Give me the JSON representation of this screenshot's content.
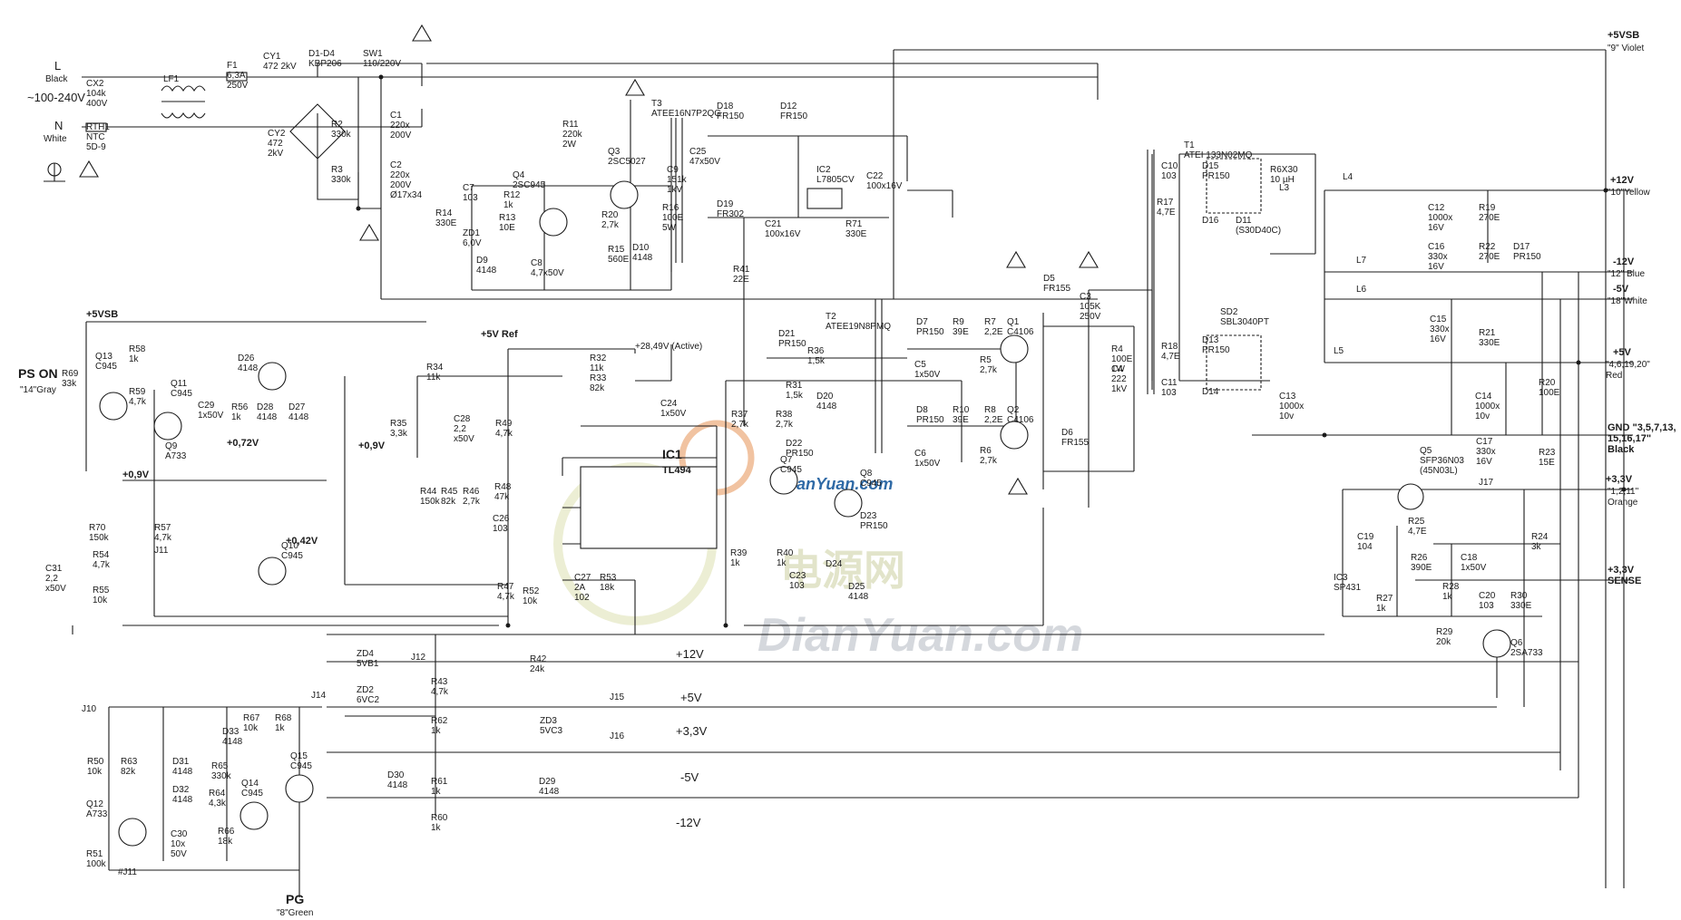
{
  "input": {
    "l_label": "L",
    "l_color": "Black",
    "voltage": "~100-240V",
    "n_label": "N",
    "n_color": "White"
  },
  "front_end": [
    {
      "ref": "CX2",
      "val": "104k\n400V"
    },
    {
      "ref": "RTH1",
      "val": "NTC\n5D-9"
    },
    {
      "ref": "LF1",
      "val": ""
    },
    {
      "ref": "F1",
      "val": "6,3A\n250V"
    },
    {
      "ref": "CY1",
      "val": "472 2kV"
    },
    {
      "ref": "CY2",
      "val": "472\n2kV"
    },
    {
      "ref": "D1-D4",
      "val": "KBP206"
    },
    {
      "ref": "SW1",
      "val": "110/220V"
    },
    {
      "ref": "R2",
      "val": "330k"
    },
    {
      "ref": "R3",
      "val": "330k"
    },
    {
      "ref": "C1",
      "val": "220x\n200V"
    },
    {
      "ref": "C2",
      "val": "220x\n200V\nØ17x34"
    }
  ],
  "standby": [
    {
      "ref": "C7",
      "val": "103"
    },
    {
      "ref": "R14",
      "val": "330E"
    },
    {
      "ref": "ZD1",
      "val": "6,0V"
    },
    {
      "ref": "R12",
      "val": "1k"
    },
    {
      "ref": "R13",
      "val": "10E"
    },
    {
      "ref": "D9",
      "val": "4148"
    },
    {
      "ref": "Q4",
      "val": "2SC945"
    },
    {
      "ref": "C8",
      "val": "4,7x50V"
    },
    {
      "ref": "R11",
      "val": "220k\n2W"
    },
    {
      "ref": "Q3",
      "val": "2SC5027"
    },
    {
      "ref": "R20",
      "val": "2,7k"
    },
    {
      "ref": "R15",
      "val": "560E"
    },
    {
      "ref": "D10",
      "val": "4148"
    },
    {
      "ref": "C9",
      "val": "151k\n1kV"
    },
    {
      "ref": "R16",
      "val": "100E\n5W"
    },
    {
      "ref": "T3",
      "val": "ATEE16N7P2QG"
    },
    {
      "ref": "D18",
      "val": "FR150"
    },
    {
      "ref": "D12",
      "val": "FR150"
    },
    {
      "ref": "C25",
      "val": "47x50V"
    },
    {
      "ref": "D19",
      "val": "FR302"
    },
    {
      "ref": "IC2",
      "val": "L7805CV"
    },
    {
      "ref": "C21",
      "val": "100x16V"
    },
    {
      "ref": "R71",
      "val": "330E"
    },
    {
      "ref": "C22",
      "val": "100x16V"
    },
    {
      "ref": "R41",
      "val": "22E"
    }
  ],
  "rails": {
    "vsb": "+5VSB",
    "vsb_wire": "\"9\" Violet",
    "p12": "+12V",
    "p12_wire": "\"10\"Yellow",
    "n12": "-12V",
    "n12_wire": "\"12\" Blue",
    "n5": "-5V",
    "n5_wire": "\"18\"White",
    "p5": "+5V",
    "p5_wire": "\"4,6,19,20\"\nRed",
    "gnd": "GND \"3,5,7,13,\n15,16,17\"\nBlack",
    "p33": "+3,3V",
    "p33_wire": "\"1,2,11\"\nOrange",
    "sense": "+3,3V\nSENSE"
  },
  "control": {
    "ps_on": "PS ON",
    "ps_on_wire": "\"14\"Gray",
    "vref": "+5V Ref",
    "active": "+28,49V (Active)",
    "ic1": "IC1",
    "ic1_part": "TL494",
    "v09a": "+0,9V",
    "v072": "+0,72V",
    "v09b": "+0,9V",
    "v042": "+0,42V",
    "vsb_left": "+5VSB",
    "pg": "PG",
    "pg_wire": "\"8\"Green"
  },
  "control_parts": [
    {
      "ref": "R69",
      "val": "33k"
    },
    {
      "ref": "Q13",
      "val": "C945"
    },
    {
      "ref": "R58",
      "val": "1k"
    },
    {
      "ref": "R59",
      "val": "4,7k"
    },
    {
      "ref": "Q11",
      "val": "C945"
    },
    {
      "ref": "C29",
      "val": "1x50V"
    },
    {
      "ref": "R56",
      "val": "1k"
    },
    {
      "ref": "D28",
      "val": "4148"
    },
    {
      "ref": "D27",
      "val": "4148"
    },
    {
      "ref": "D26",
      "val": "4148"
    },
    {
      "ref": "Q9",
      "val": "A733"
    },
    {
      "ref": "R57",
      "val": "4,7k"
    },
    {
      "ref": "J11",
      "val": ""
    },
    {
      "ref": "Q10",
      "val": "C945"
    },
    {
      "ref": "R70",
      "val": "150k"
    },
    {
      "ref": "R54",
      "val": "4,7k"
    },
    {
      "ref": "R55",
      "val": "10k"
    },
    {
      "ref": "C31",
      "val": "2,2\nx50V"
    },
    {
      "ref": "R34",
      "val": "11k"
    },
    {
      "ref": "R35",
      "val": "3,3k"
    },
    {
      "ref": "C28",
      "val": "2,2\nx50V"
    },
    {
      "ref": "R49",
      "val": "4,7k"
    },
    {
      "ref": "R48",
      "val": "47k"
    },
    {
      "ref": "R44",
      "val": "150k"
    },
    {
      "ref": "R45",
      "val": "82k"
    },
    {
      "ref": "R46",
      "val": "2,7k"
    },
    {
      "ref": "C26",
      "val": "103"
    },
    {
      "ref": "R47",
      "val": "4,7k"
    },
    {
      "ref": "R52",
      "val": "10k"
    },
    {
      "ref": "C27",
      "val": "2A\n102"
    },
    {
      "ref": "R53",
      "val": "18k"
    },
    {
      "ref": "R32",
      "val": "11k"
    },
    {
      "ref": "R33",
      "val": "82k"
    },
    {
      "ref": "C24",
      "val": "1x50V"
    },
    {
      "ref": "D21",
      "val": "PR150"
    },
    {
      "ref": "R36",
      "val": "1,5k"
    },
    {
      "ref": "R31",
      "val": "1,5k"
    },
    {
      "ref": "D20",
      "val": "4148"
    },
    {
      "ref": "R37",
      "val": "2,7k"
    },
    {
      "ref": "R38",
      "val": "2,7k"
    },
    {
      "ref": "Q7",
      "val": "C945"
    },
    {
      "ref": "D22",
      "val": "PR150"
    },
    {
      "ref": "Q8",
      "val": "C945"
    },
    {
      "ref": "D23",
      "val": "PR150"
    },
    {
      "ref": "R39",
      "val": "1k"
    },
    {
      "ref": "R40",
      "val": "1k"
    },
    {
      "ref": "C23",
      "val": "103"
    },
    {
      "ref": "D24",
      "val": ""
    },
    {
      "ref": "D25",
      "val": "4148"
    },
    {
      "ref": "T2",
      "val": "ATEE19N8PMQ"
    }
  ],
  "driver_parts": [
    {
      "ref": "D7",
      "val": "PR150"
    },
    {
      "ref": "R9",
      "val": "39E"
    },
    {
      "ref": "R7",
      "val": "2,2E"
    },
    {
      "ref": "C5",
      "val": "1x50V"
    },
    {
      "ref": "R5",
      "val": "2,7k"
    },
    {
      "ref": "Q1",
      "val": "C4106"
    },
    {
      "ref": "D8",
      "val": "PR150"
    },
    {
      "ref": "R10",
      "val": "39E"
    },
    {
      "ref": "R8",
      "val": "2,2E"
    },
    {
      "ref": "C6",
      "val": "1x50V"
    },
    {
      "ref": "R6",
      "val": "2,7k"
    },
    {
      "ref": "Q2",
      "val": "C4106"
    },
    {
      "ref": "D5",
      "val": "FR155"
    },
    {
      "ref": "D6",
      "val": "FR155"
    },
    {
      "ref": "C3",
      "val": "105K\n250V"
    },
    {
      "ref": "R4",
      "val": "100E\n1W"
    },
    {
      "ref": "C4",
      "val": "222\n1kV"
    }
  ],
  "output_parts": [
    {
      "ref": "T1",
      "val": "ATEI 133N02MQ"
    },
    {
      "ref": "C10",
      "val": "103"
    },
    {
      "ref": "R17",
      "val": "4,7E"
    },
    {
      "ref": "D15",
      "val": "PR150"
    },
    {
      "ref": "D16",
      "val": ""
    },
    {
      "ref": "D11",
      "val": "(S30D40C)"
    },
    {
      "ref": "R6X30",
      "val": "10 µH"
    },
    {
      "ref": "L3",
      "val": ""
    },
    {
      "ref": "L4",
      "val": ""
    },
    {
      "ref": "C12",
      "val": "1000x\n16V"
    },
    {
      "ref": "R19",
      "val": "270E"
    },
    {
      "ref": "C16",
      "val": "330x\n16V"
    },
    {
      "ref": "R22",
      "val": "270E"
    },
    {
      "ref": "L7",
      "val": ""
    },
    {
      "ref": "D17",
      "val": "PR150"
    },
    {
      "ref": "L6",
      "val": ""
    },
    {
      "ref": "SD2",
      "val": "SBL3040PT"
    },
    {
      "ref": "R18",
      "val": "4,7E"
    },
    {
      "ref": "C11",
      "val": "103"
    },
    {
      "ref": "D13",
      "val": "PR150"
    },
    {
      "ref": "D14",
      "val": ""
    },
    {
      "ref": "L5",
      "val": ""
    },
    {
      "ref": "C15",
      "val": "330x\n16V"
    },
    {
      "ref": "R21",
      "val": "330E"
    },
    {
      "ref": "C13",
      "val": "1000x\n10v"
    },
    {
      "ref": "C14",
      "val": "1000x\n10v"
    },
    {
      "ref": "R20",
      "val": "100E"
    },
    {
      "ref": "C17",
      "val": "330x\n16V"
    },
    {
      "ref": "R23",
      "val": "15E"
    },
    {
      "ref": "Q5",
      "val": "SFP36N03\n(45N03L)"
    },
    {
      "ref": "J17",
      "val": ""
    },
    {
      "ref": "C19",
      "val": "104"
    },
    {
      "ref": "R25",
      "val": "4,7E"
    },
    {
      "ref": "R24",
      "val": "3k"
    },
    {
      "ref": "R26",
      "val": "390E"
    },
    {
      "ref": "C18",
      "val": "1x50V"
    },
    {
      "ref": "IC3",
      "val": "SP431"
    },
    {
      "ref": "R27",
      "val": "1k"
    },
    {
      "ref": "R28",
      "val": "1k"
    },
    {
      "ref": "C20",
      "val": "103"
    },
    {
      "ref": "R30",
      "val": "330E"
    },
    {
      "ref": "R29",
      "val": "20k"
    },
    {
      "ref": "Q6",
      "val": "2SA733"
    }
  ],
  "protection": {
    "lines": [
      "+12V",
      "+5V",
      "+3,3V",
      "-5V",
      "-12V"
    ],
    "parts": [
      {
        "ref": "ZD4",
        "val": "5VB1"
      },
      {
        "ref": "ZD2",
        "val": "6VC2"
      },
      {
        "ref": "J12",
        "val": ""
      },
      {
        "ref": "R42",
        "val": "24k"
      },
      {
        "ref": "R43",
        "val": "4,7k"
      },
      {
        "ref": "R62",
        "val": "1k"
      },
      {
        "ref": "J15",
        "val": ""
      },
      {
        "ref": "ZD3",
        "val": "5VC3"
      },
      {
        "ref": "J16",
        "val": ""
      },
      {
        "ref": "D30",
        "val": "4148"
      },
      {
        "ref": "R61",
        "val": "1k"
      },
      {
        "ref": "D29",
        "val": "4148"
      },
      {
        "ref": "R60",
        "val": "1k"
      },
      {
        "ref": "J14",
        "val": ""
      },
      {
        "ref": "J10",
        "val": ""
      },
      {
        "ref": "R50",
        "val": "10k"
      },
      {
        "ref": "R63",
        "val": "82k"
      },
      {
        "ref": "D31",
        "val": "4148"
      },
      {
        "ref": "D32",
        "val": "4148"
      },
      {
        "ref": "R64",
        "val": "4,3k"
      },
      {
        "ref": "D33",
        "val": "4148"
      },
      {
        "ref": "R65",
        "val": "330k"
      },
      {
        "ref": "R67",
        "val": "10k"
      },
      {
        "ref": "R68",
        "val": "1k"
      },
      {
        "ref": "Q14",
        "val": "C945"
      },
      {
        "ref": "Q15",
        "val": "C945"
      },
      {
        "ref": "R66",
        "val": "18k"
      },
      {
        "ref": "Q12",
        "val": "A733"
      },
      {
        "ref": "C30",
        "val": "10x\n50V"
      },
      {
        "ref": "R51",
        "val": "100k"
      },
      {
        "ref": "#J11",
        "val": ""
      }
    ]
  },
  "watermark": {
    "site": "DianYuan.com",
    "site_small": "DianYuan.com",
    "cn": "电源网"
  },
  "colors": {
    "ink": "#1a1a1a",
    "watermark_gray": "#c8ccd2",
    "watermark_blue": "#2f6aa6",
    "watermark_orange": "#e07a2e",
    "watermark_olive": "#cfd3a8"
  }
}
